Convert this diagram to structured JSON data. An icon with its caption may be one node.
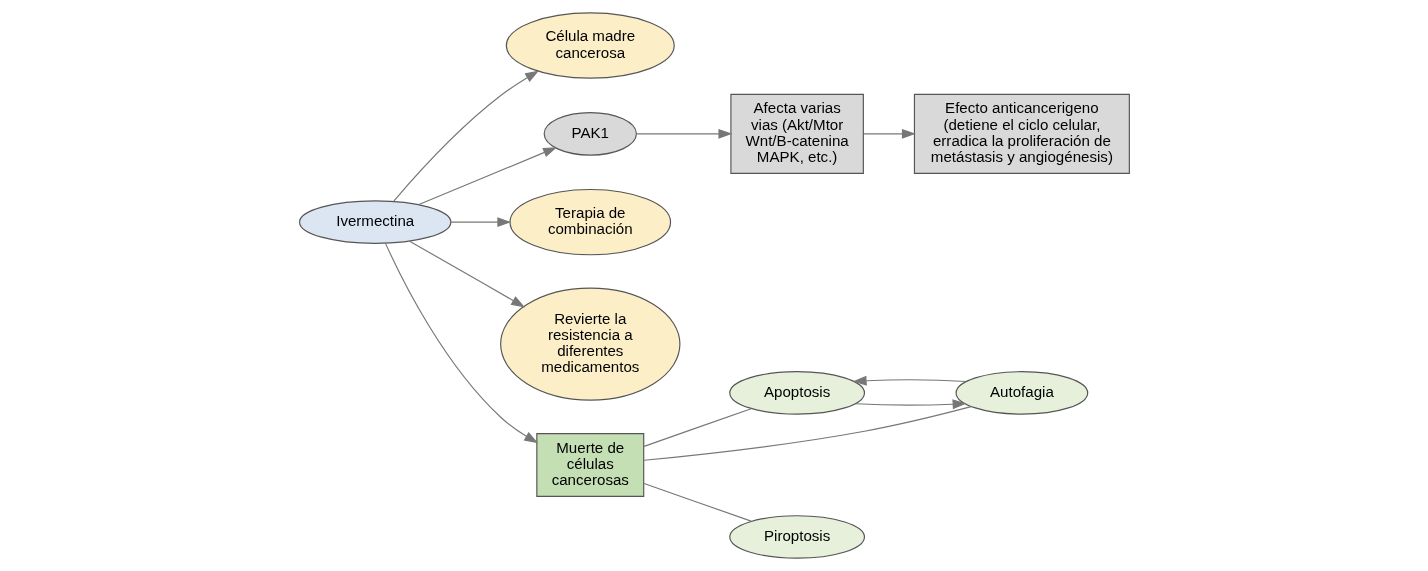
{
  "diagram": {
    "nodes": [
      {
        "text": [
          "Ivermectina"
        ]
      },
      {
        "text": [
          "Célula madre cancerosa"
        ]
      },
      {
        "text": [
          "PAK1"
        ]
      },
      {
        "text": [
          "Terapia de combinación"
        ]
      },
      {
        "text": [
          "Revierte la resistencia a diferentes medicamentos"
        ]
      },
      {
        "text": [
          "Afecta varias vias (Akt/Mtor Wnt/B-catenina MAPK, etc.)"
        ]
      },
      {
        "text": [
          "Efecto anticancerigeno (detiene el ciclo celular, erradica la proliferación de metástasis y angiogénesis)"
        ]
      },
      {
        "text": [
          "Muerte de células cancerosas"
        ]
      },
      {
        "text": [
          "Apoptosis"
        ]
      },
      {
        "text": [
          "Autofagia"
        ]
      },
      {
        "text": [
          "Piroptosis"
        ]
      }
    ],
    "edges": [
      {
        "from": 0,
        "to": 1,
        "arrow": "to"
      },
      {
        "from": 0,
        "to": 2,
        "arrow": "to"
      },
      {
        "from": 0,
        "to": 3,
        "arrow": "to"
      },
      {
        "from": 0,
        "to": 4,
        "arrow": "to"
      },
      {
        "from": 0,
        "to": 7,
        "arrow": "to"
      },
      {
        "from": 2,
        "to": 5,
        "arrow": "to"
      },
      {
        "from": 5,
        "to": 6,
        "arrow": "to"
      },
      {
        "from": 7,
        "to": 8,
        "arrow": "none"
      },
      {
        "from": 7,
        "to": 9,
        "arrow": "none"
      },
      {
        "from": 7,
        "to": 10,
        "arrow": "none"
      },
      {
        "from": 9,
        "to": 8,
        "arrow": "to"
      },
      {
        "from": 8,
        "to": 9,
        "arrow": "to"
      }
    ]
  }
}
